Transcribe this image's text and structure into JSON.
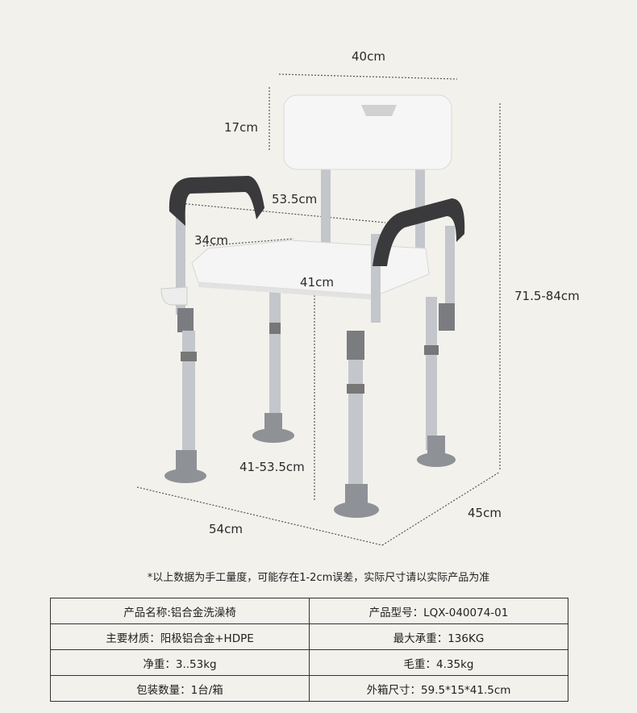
{
  "dimensions": {
    "top_width": "40cm",
    "backrest_height": "17cm",
    "armrest_span": "53.5cm",
    "seat_depth": "34cm",
    "seat_width": "41cm",
    "total_height": "71.5-84cm",
    "seat_height": "41-53.5cm",
    "base_width": "54cm",
    "base_depth": "45cm"
  },
  "note": "*以上数据为手工量度，可能存在1-2cm误差，实际尺寸请以实际产品为准",
  "specs": [
    [
      "产品名称:铝合金洗澡椅",
      "产品型号：LQX-040074-01"
    ],
    [
      "主要材质：阳极铝合金+HDPE",
      "最大承重：136KG"
    ],
    [
      "净重：3..53kg",
      "毛重：4.35kg"
    ],
    [
      "包装数量：1台/箱",
      "外箱尺寸：59.5*15*41.5cm"
    ]
  ],
  "colors": {
    "background": "#f3f1ec",
    "frame": "#b9bcc0",
    "seat": "#f6f6f6",
    "armrest": "#3a3a3c",
    "foot": "#8e9196"
  }
}
